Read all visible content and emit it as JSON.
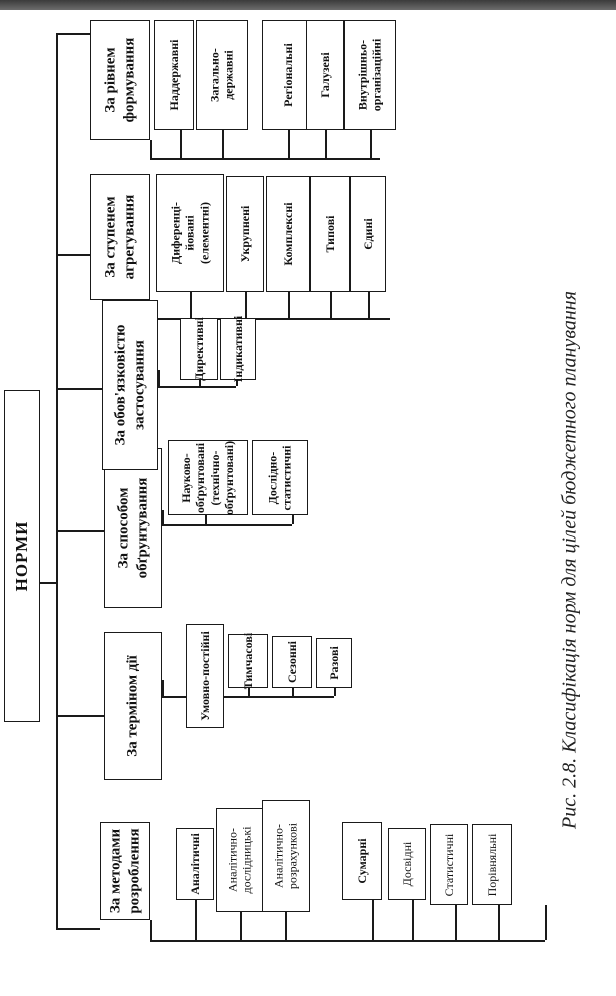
{
  "root": "НОРМИ",
  "categories": [
    {
      "title": "За методами\nрозроблення",
      "items": [
        "Аналітичні",
        "Аналітично-\nдослідницькі",
        "Аналітично-\nрозрахункові",
        "Сумарні",
        "Досвідні",
        "Статистичні",
        "Порівняльні"
      ]
    },
    {
      "title": "За терміном дії",
      "items": [
        "Умовно-постійні",
        "Тимчасові",
        "Сезонні",
        "Разові"
      ]
    },
    {
      "title": "За способом\nобґрунтування",
      "items": [
        "Науково-\nобґрунтовані\n(технічно-\nобґрунтовані)",
        "Дослідно-\nстатистичні"
      ]
    },
    {
      "title": "За обов'язковістю\nзастосування",
      "items": [
        "Директивні",
        "Індикативні"
      ]
    },
    {
      "title": "За ступенем\nагрегування",
      "items": [
        "Диференці-\nйовані\n(елементні)",
        "Укрупнені",
        "Комплексні",
        "Типові",
        "Єдині"
      ]
    },
    {
      "title": "За рівнем\nформування",
      "items": [
        "Наддержавні",
        "Загально-\nдержавні",
        "Регіональні",
        "Галузеві",
        "Внутрішньо-\nорганізаційні"
      ]
    }
  ],
  "caption": "Рис. 2.8. Класифікація норм для цілей бюджетного планування"
}
